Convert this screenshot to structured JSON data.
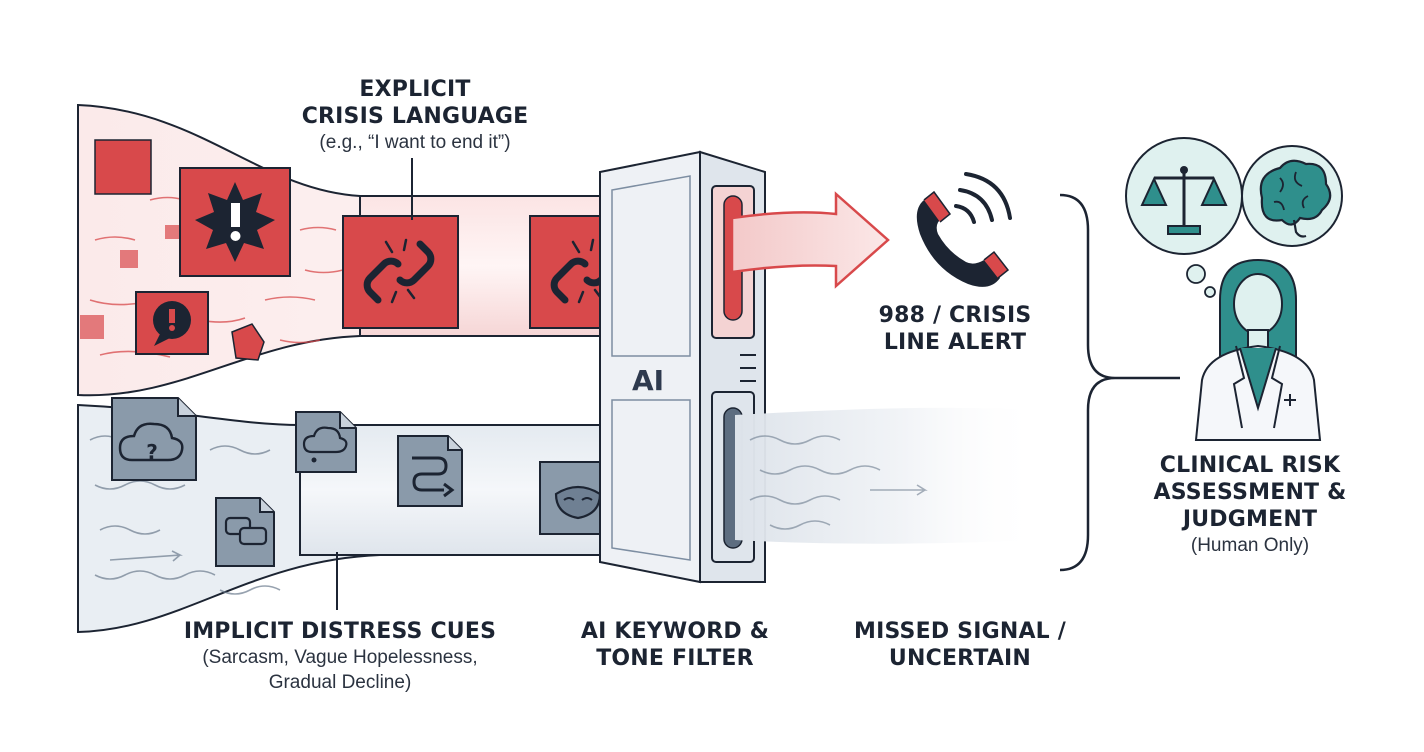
{
  "explicit": {
    "line1": "EXPLICIT",
    "line2": "CRISIS LANGUAGE",
    "example": "(e.g., “I want to end it”)"
  },
  "implicit": {
    "title": "IMPLICIT DISTRESS CUES",
    "line2": "(Sarcasm, Vague Hopelessness,",
    "line3": "Gradual Decline)"
  },
  "filter": {
    "mark": "AI",
    "line1": "AI KEYWORD &",
    "line2": "TONE FILTER"
  },
  "alert": {
    "line1": "988 / CRISIS",
    "line2": "LINE ALERT"
  },
  "missed": {
    "line1": "MISSED SIGNAL /",
    "line2": "UNCERTAIN"
  },
  "clinical": {
    "line1": "CLINICAL RISK",
    "line2": "ASSESSMENT &",
    "line3": "JUDGMENT",
    "note": "(Human Only)"
  },
  "colors": {
    "red": "#d8494b",
    "red_light": "#f7dede",
    "slate": "#8a9aaa",
    "slate_light": "#e7ecf1",
    "teal": "#2f8f8c",
    "teal_light": "#dff1ef",
    "ink": "#1c2432"
  },
  "icons": [
    "warning-burst-icon",
    "broken-link-icon",
    "alert-bubble-icon",
    "question-cloud-icon",
    "thought-cloud-icon",
    "squiggle-arrow-icon",
    "chat-bubbles-icon",
    "mask-icon",
    "phone-ringing-icon",
    "scales-icon",
    "brain-icon",
    "clinician-icon"
  ]
}
